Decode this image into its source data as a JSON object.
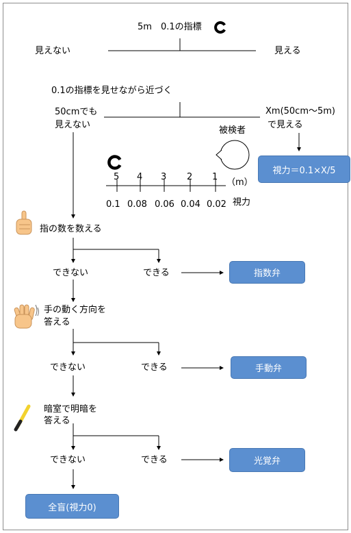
{
  "top": {
    "distance": "5m",
    "target": "0.1の指標",
    "cannot_see": "見えない",
    "can_see": "見える"
  },
  "approach": {
    "label": "0.1の指標を見せながら近づく",
    "fail_line1": "50cmでも",
    "fail_line2": "見えない",
    "success_line1": "Xm(50cm〜5m)",
    "success_line2": "で見える",
    "subject": "被検者",
    "result": "視力＝0.1×X/5"
  },
  "scale": {
    "distances": [
      "5",
      "4",
      "3",
      "2",
      "1"
    ],
    "unit": "（m）",
    "acuities": [
      "0.1",
      "0.08",
      "0.06",
      "0.04",
      "0.02"
    ],
    "acuity_label": "視力"
  },
  "counting": {
    "label": "指の数を数える",
    "no": "できない",
    "yes": "できる",
    "result": "指数弁"
  },
  "hand": {
    "label_line1": "手の動く方向を",
    "label_line2": "答える",
    "no": "できない",
    "yes": "できる",
    "result": "手動弁"
  },
  "light": {
    "label_line1": "暗室で明暗を",
    "label_line2": "答える",
    "no": "できない",
    "yes": "できる",
    "result": "光覚弁"
  },
  "final": {
    "result": "全盲(視力0)"
  },
  "colors": {
    "box_fill": "#5b8fd0",
    "skin": "#f7c58a",
    "penlight": "#f2d22e"
  },
  "icons": [
    "landolt-ring-icon",
    "eye-icon",
    "finger-hand-icon",
    "waving-hand-icon",
    "penlight-icon"
  ]
}
